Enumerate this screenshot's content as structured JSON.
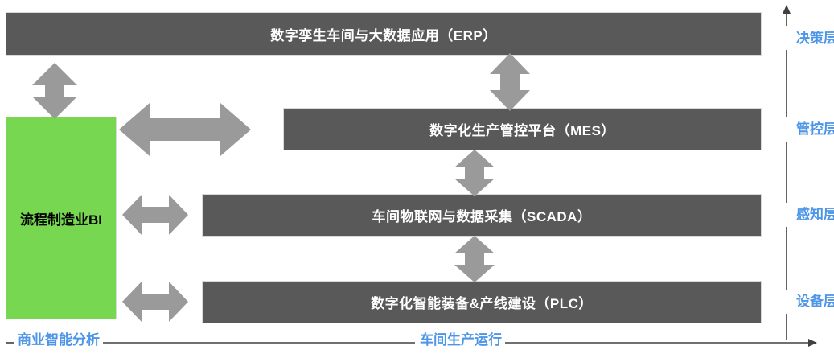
{
  "diagram": {
    "title_bars": [
      {
        "id": "erp",
        "label": "数字孪生车间与大数据应用（ERP）"
      },
      {
        "id": "mes",
        "label": "数字化生产管控平台（MES）"
      },
      {
        "id": "scada",
        "label": "车间物联网与数据采集（SCADA）"
      },
      {
        "id": "plc",
        "label": "数字化智能装备&产线建设（PLC）"
      }
    ],
    "side_box": {
      "label": "流程制造业BI"
    },
    "layer_labels": [
      {
        "id": "decision",
        "label": "决策层"
      },
      {
        "id": "control",
        "label": "管控层"
      },
      {
        "id": "sense",
        "label": "感知层"
      },
      {
        "id": "device",
        "label": "设备层"
      }
    ],
    "bottom_labels": [
      {
        "id": "bi",
        "label": "商业智能分析"
      },
      {
        "id": "workshop",
        "label": "车间生产运行"
      }
    ],
    "colors": {
      "bar_fill": "#595959",
      "bar_text": "#FFFFFF",
      "green_fill": "#78D750",
      "green_text": "#000000",
      "arrow_fill": "#9A9A9A",
      "axis_line": "#404040",
      "label_blue": "#4D95E8",
      "background": "#FFFFFF"
    },
    "arrows": [
      {
        "id": "erp-bi",
        "direction": "vertical",
        "size": "large"
      },
      {
        "id": "bi-mes",
        "direction": "horizontal",
        "size": "large"
      },
      {
        "id": "erp-mes",
        "direction": "vertical",
        "size": "medium"
      },
      {
        "id": "mes-scada",
        "direction": "vertical",
        "size": "medium"
      },
      {
        "id": "scada-plc",
        "direction": "vertical",
        "size": "medium"
      },
      {
        "id": "bi-scada",
        "direction": "horizontal",
        "size": "small"
      },
      {
        "id": "bi-plc",
        "direction": "horizontal",
        "size": "small"
      }
    ]
  }
}
